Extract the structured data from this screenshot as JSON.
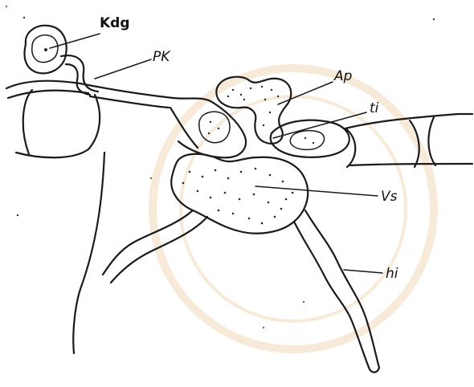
{
  "figure": {
    "labels": {
      "kdg": "Kdg",
      "pk": "PK",
      "ap": "Ap",
      "ti": "ti",
      "vs": "Vs",
      "hi": "hi"
    }
  }
}
